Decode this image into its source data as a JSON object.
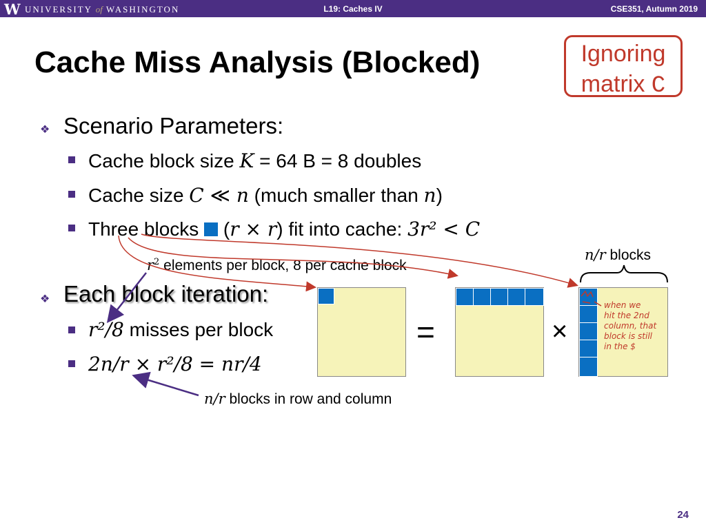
{
  "header": {
    "logo_letter": "W",
    "university_before": "UNIVERSITY",
    "university_of": "of",
    "university_after": "WASHINGTON",
    "lecture": "L19: Caches IV",
    "course": "CSE351, Autumn 2019"
  },
  "title": "Cache Miss Analysis (Blocked)",
  "callout": {
    "line1": "Ignoring",
    "line2_text": "matrix ",
    "line2_code": "C"
  },
  "scenario": {
    "heading": "Scenario Parameters:",
    "items": [
      {
        "pre": "Cache block size ",
        "var": "K",
        "post": " = 64 B = 8 doubles"
      },
      {
        "pre": "Cache size ",
        "var": "C",
        "mid": " ≪ ",
        "var2": "n",
        "post": " (much smaller than ",
        "var3": "n",
        "end": ")"
      },
      {
        "pre": "Three blocks ",
        "paren_open": " (",
        "expr": "r × r",
        "post": ") fit into cache:  ",
        "ineq": "3r² < C"
      }
    ]
  },
  "annotations": {
    "elements_var": "r",
    "elements_sup": "2",
    "elements_text": " elements per block, 8 per cache block",
    "nr_blocks_var": "n/r",
    "nr_blocks_text": " blocks",
    "rowcol_var": "n/r",
    "rowcol_text": " blocks in row and column",
    "handwritten": [
      "when we",
      "hit the 2nd",
      "column, that",
      "block is still",
      "in the $"
    ]
  },
  "iteration": {
    "heading": "Each block iteration:",
    "items": [
      {
        "expr": "r²/8",
        "text": " misses per block"
      },
      {
        "expr": "2n/r × r²/8 = nr/4"
      }
    ]
  },
  "operators": {
    "equals": "=",
    "times": "×"
  },
  "colors": {
    "purple": "#4b2e83",
    "blue": "#0a6fc2",
    "matrix_fill": "#f6f3b9",
    "red": "#c0392b"
  },
  "page_number": "24"
}
